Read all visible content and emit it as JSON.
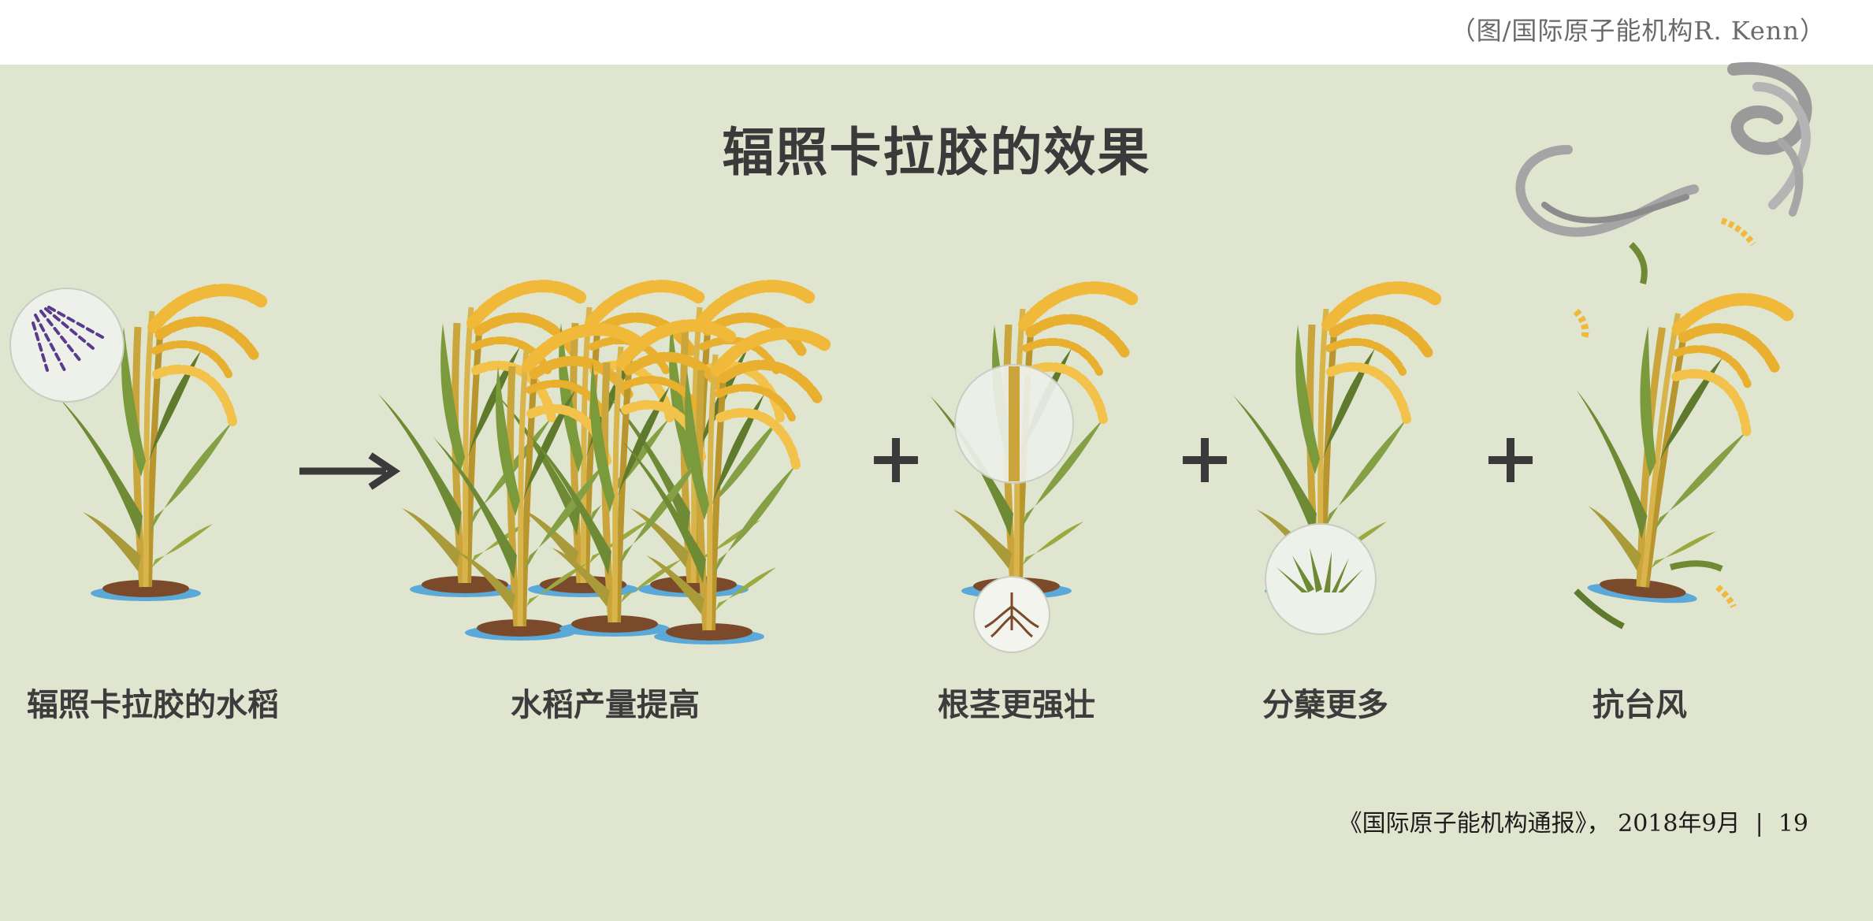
{
  "credit": "（图/国际原子能机构R. Kenn）",
  "title": "辐照卡拉胶的效果",
  "labels": {
    "irradiated_rice": "辐照卡拉胶的水稻",
    "higher_yield": "水稻产量提高",
    "stronger_roots": "根茎更强壮",
    "more_tillers": "分蘖更多",
    "typhoon_resistance": "抗台风"
  },
  "footer": "《国际原子能机构通报》， 2018年9月  |  19",
  "colors": {
    "panel_bg": "#e0e5cf",
    "grain": "#f0b93a",
    "leaf": "#6f8a35",
    "stem": "#c9a53c",
    "water": "#5aa9d8",
    "soil": "#7a4a2a",
    "spray": "#5a3a8c"
  },
  "icons": [
    "arrow-right-icon",
    "plus-icon",
    "spray-icon",
    "roots-icon",
    "typhoon-icon"
  ]
}
